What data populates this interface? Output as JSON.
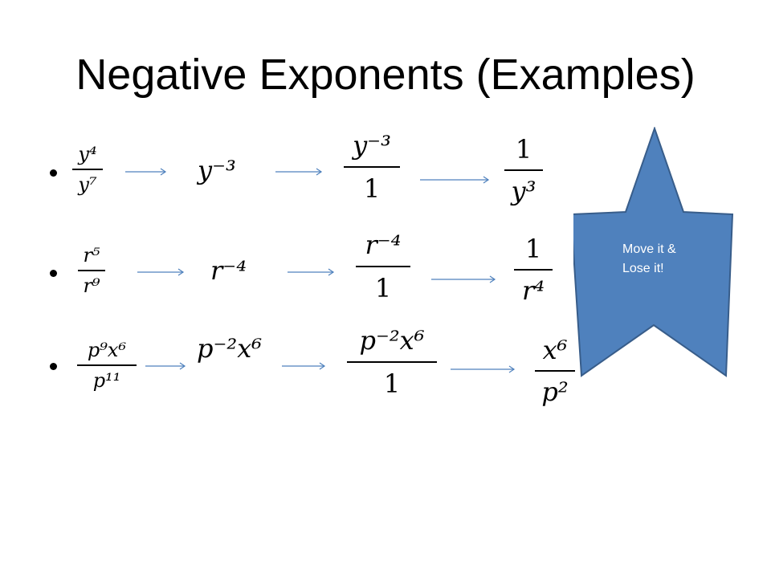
{
  "slide": {
    "title": "Negative Exponents (Examples)"
  },
  "rows": [
    {
      "start": {
        "num": "y⁴",
        "den": "y⁷"
      },
      "simplified": "y⁻³",
      "over_one": {
        "num": "y⁻³",
        "den": "1"
      },
      "result": {
        "num": "1",
        "den": "y³"
      }
    },
    {
      "start": {
        "num": "r⁵",
        "den": "r⁹"
      },
      "simplified": "r⁻⁴",
      "over_one": {
        "num": "r⁻⁴",
        "den": "1"
      },
      "result": {
        "num": "1",
        "den": "r⁴"
      }
    },
    {
      "start": {
        "num": "p⁹x⁶",
        "den": "p¹¹"
      },
      "simplified": "p⁻²x⁶",
      "over_one": {
        "num": "p⁻²x⁶",
        "den": "1"
      },
      "result": {
        "num": "x⁶",
        "den": "p²"
      }
    }
  ],
  "callout": {
    "text": "Move it &\nLose it!",
    "fill_color": "#4f81bd",
    "stroke_color": "#385d8a"
  },
  "arrow_color": "#4f81bd"
}
